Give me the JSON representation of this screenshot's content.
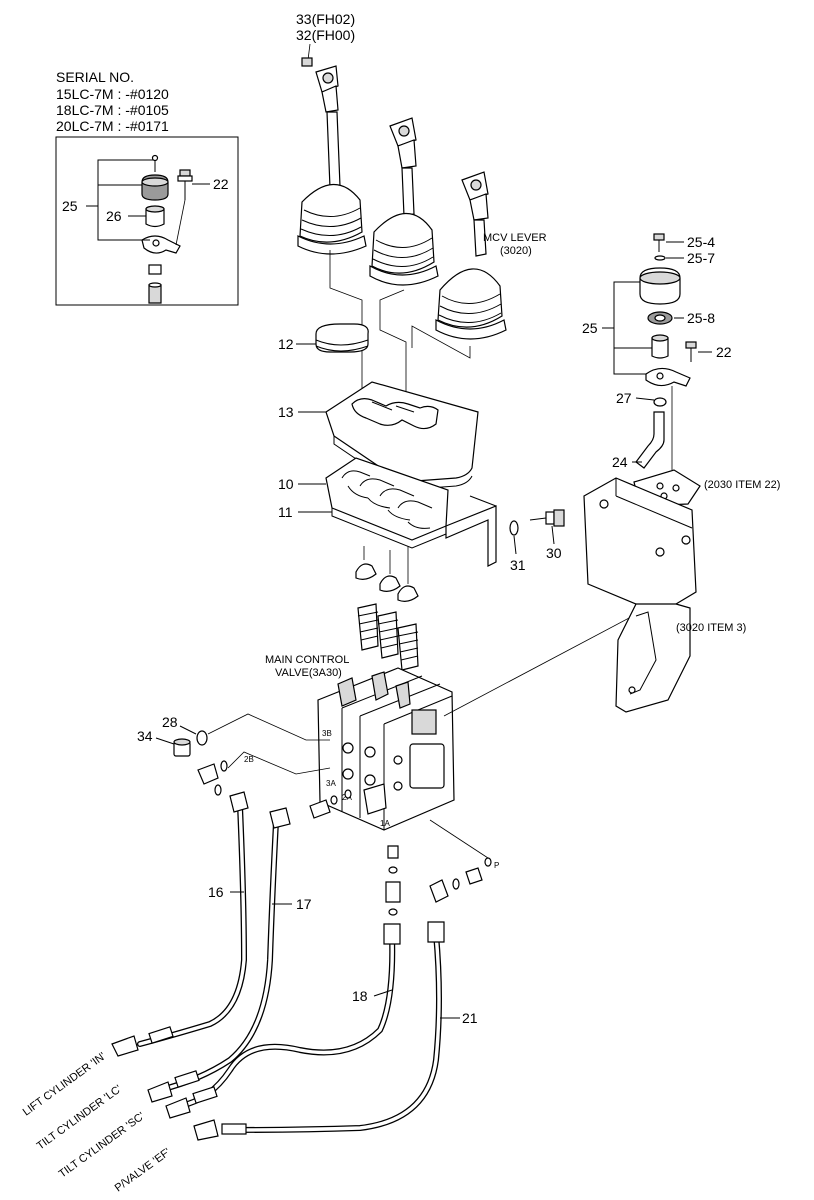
{
  "serial": {
    "heading": "SERIAL NO.",
    "lines": [
      "15LC-7M : -#0120",
      "18LC-7M : -#0105",
      "20LC-7M : -#0171"
    ]
  },
  "labels": {
    "fh02": "33(FH02)",
    "fh00": "32(FH00)",
    "mcv_lever_1": "MCV LEVER",
    "mcv_lever_2": "(3020)",
    "main_valve_1": "MAIN CONTROL",
    "main_valve_2": "VALVE(3A30)",
    "item2030": "(2030 ITEM 22)",
    "item3020": "(3020 ITEM 3)"
  },
  "callouts": {
    "p25_inset": "25",
    "p26": "26",
    "p22_inset": "22",
    "p12": "12",
    "p13": "13",
    "p10": "10",
    "p11": "11",
    "p25_4": "25-4",
    "p25_7": "25-7",
    "p25": "25",
    "p25_8": "25-8",
    "p22": "22",
    "p27": "27",
    "p24": "24",
    "p31": "31",
    "p30": "30",
    "p28": "28",
    "p34": "34",
    "p16": "16",
    "p17": "17",
    "p18": "18",
    "p21": "21"
  },
  "ports": {
    "p3b": "3B",
    "p2b": "2B",
    "p3a": "3A",
    "p2a": "2A",
    "p1a": "1A",
    "pp": "P"
  },
  "hose_ends": {
    "lift": "LIFT CYLINDER 'IN'",
    "tilt_lc": "TILT CYLINDER 'LC'",
    "tilt_sc": "TILT CYLINDER 'SC'",
    "pvalve": "P/VALVE 'EF'"
  }
}
